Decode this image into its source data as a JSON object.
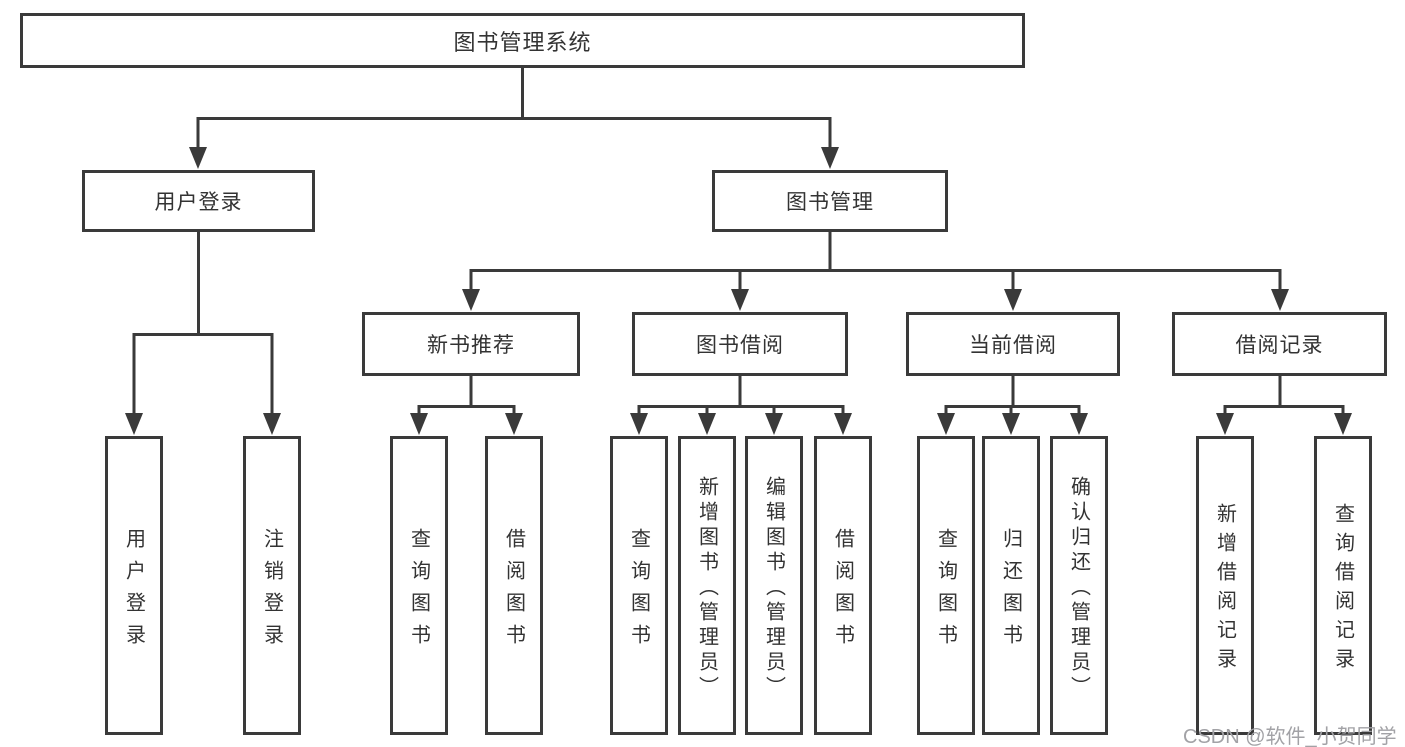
{
  "tree": {
    "label": "图书管理系统",
    "children": [
      {
        "label": "用户登录",
        "children": [
          {
            "label": "用户登录"
          },
          {
            "label": "注销登录"
          }
        ]
      },
      {
        "label": "图书管理",
        "children": [
          {
            "label": "新书推荐",
            "children": [
              {
                "label": "查询图书"
              },
              {
                "label": "借阅图书"
              }
            ]
          },
          {
            "label": "图书借阅",
            "children": [
              {
                "label": "查询图书"
              },
              {
                "label": "新增图书（管理员）"
              },
              {
                "label": "编辑图书（管理员）"
              },
              {
                "label": "借阅图书"
              }
            ]
          },
          {
            "label": "当前借阅",
            "children": [
              {
                "label": "查询图书"
              },
              {
                "label": "归还图书"
              },
              {
                "label": "确认归还（管理员）"
              }
            ]
          },
          {
            "label": "借阅记录",
            "children": [
              {
                "label": "新增借阅记录"
              },
              {
                "label": "查询借阅记录"
              }
            ]
          }
        ]
      }
    ]
  },
  "watermark": {
    "text": "CSDN @软件_小贺同学"
  },
  "colors": {
    "line": "#3a3a3a",
    "text": "#333333",
    "watermark_text": "#a2a2a6",
    "background": "#ffffff"
  }
}
